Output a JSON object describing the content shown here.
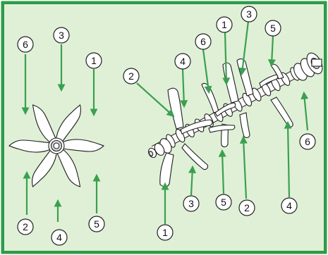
{
  "colors": {
    "frame": "#2e9c47",
    "panel": "#dff0d6",
    "arrow": "#3aa050",
    "callout_fill": "#ffffff",
    "callout_stroke": "#222222",
    "blade_fill": "#ffffff",
    "blade_stroke": "#1e1e1e"
  },
  "left_view": {
    "name": "end view of reel",
    "callouts": [
      {
        "id": "l6",
        "text": "6"
      },
      {
        "id": "l3",
        "text": "3"
      },
      {
        "id": "l1",
        "text": "1"
      },
      {
        "id": "l2",
        "text": "2"
      },
      {
        "id": "l4",
        "text": "4"
      },
      {
        "id": "l5",
        "text": "5"
      }
    ]
  },
  "right_view": {
    "name": "side view of reel",
    "callouts": [
      {
        "id": "r1a",
        "text": "1"
      },
      {
        "id": "r3a",
        "text": "3"
      },
      {
        "id": "r5a",
        "text": "5"
      },
      {
        "id": "r2a",
        "text": "2"
      },
      {
        "id": "r4a",
        "text": "4"
      },
      {
        "id": "r6a",
        "text": "6"
      },
      {
        "id": "r6b",
        "text": "6"
      },
      {
        "id": "r1b",
        "text": "1"
      },
      {
        "id": "r3b",
        "text": "3"
      },
      {
        "id": "r5b",
        "text": "5"
      },
      {
        "id": "r2b",
        "text": "2"
      },
      {
        "id": "r4b",
        "text": "4"
      }
    ]
  }
}
